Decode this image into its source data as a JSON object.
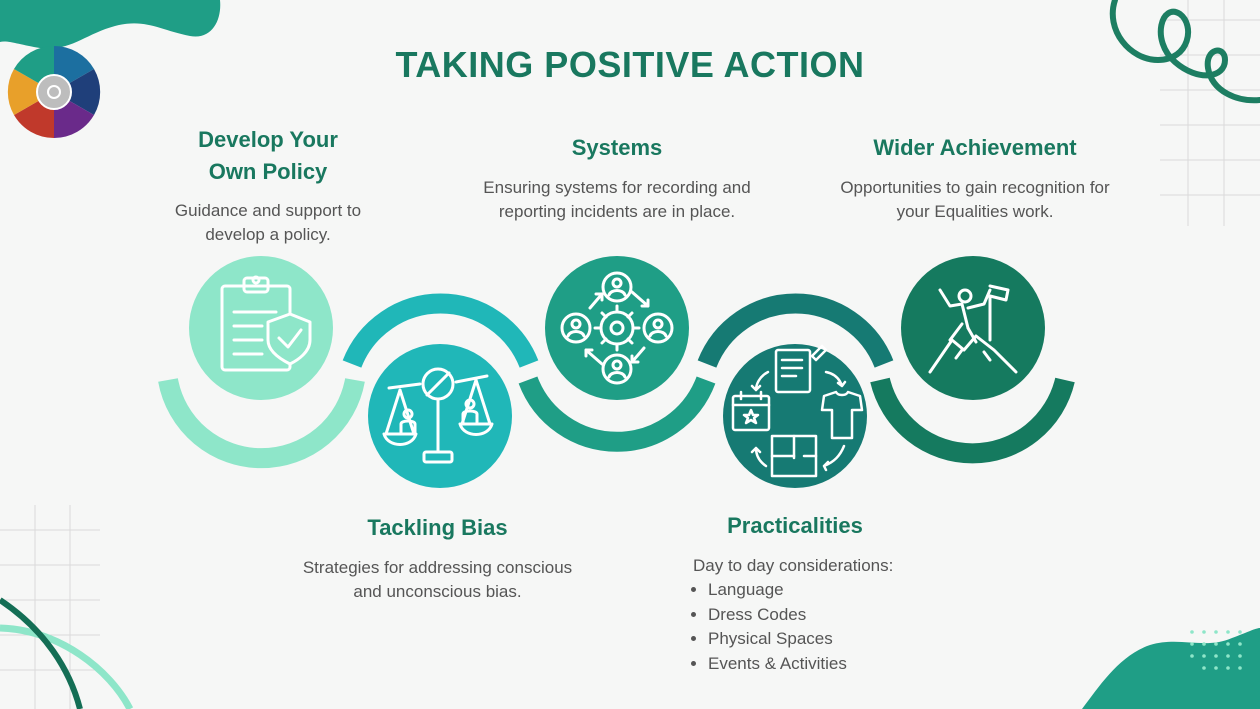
{
  "title": "TAKING POSITIVE ACTION",
  "steps": [
    {
      "heading": "Develop Your Own Policy",
      "description": "Guidance and support to develop a policy.",
      "icon": "clipboard-shield-icon",
      "color": "#8ee6c9"
    },
    {
      "heading": "Tackling Bias",
      "description": "Strategies for addressing conscious and unconscious bias.",
      "icon": "scales-prohibited-icon",
      "color": "#20b7b8"
    },
    {
      "heading": "Systems",
      "description": "Ensuring systems for recording and reporting incidents are in place.",
      "icon": "people-cycle-gear-icon",
      "color": "#1f9e86"
    },
    {
      "heading": "Practicalities",
      "intro": "Day to day considerations:",
      "items": [
        "Language",
        "Dress Codes",
        "Physical Spaces",
        "Events & Activities"
      ],
      "icon": "practicalities-cycle-icon",
      "color": "#167a73"
    },
    {
      "heading": "Wider Achievement",
      "description": "Opportunities to gain recognition for your Equalities work.",
      "icon": "summit-flag-icon",
      "color": "#157a5f"
    }
  ],
  "colors": {
    "title": "#19785f",
    "text": "#555555",
    "background": "#f6f7f6"
  }
}
